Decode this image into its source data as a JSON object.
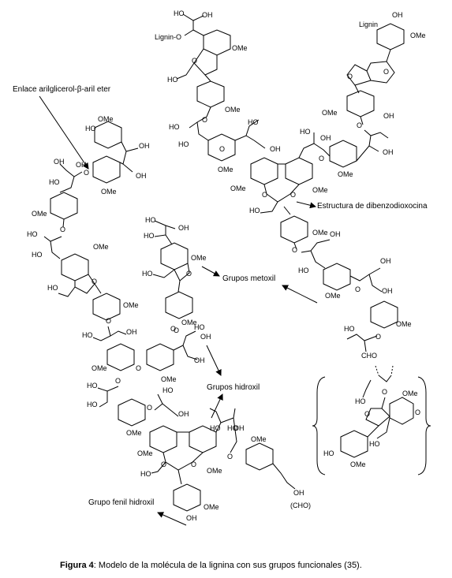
{
  "annotations": {
    "enlace": "Enlace arilglicerol-β-aril eter",
    "dibenzodioxocina": "Estructura de dibenzodioxocina",
    "metoxil": "Grupos metoxil",
    "hidroxil": "Grupos hidroxil",
    "fenil_hidroxil": "Grupo fenil hidroxil"
  },
  "caption": {
    "label": "Figura 4",
    "text": ": Modelo de la molécula de la lignina con sus grupos funcionales (35)."
  },
  "atom_labels": {
    "lignin": "Lignin",
    "lignin_o": "Lignin-O",
    "ome": "OMe",
    "oh": "OH",
    "ho": "HO",
    "o": "O",
    "cho": "CHO",
    "cho_paren": "(CHO)"
  }
}
